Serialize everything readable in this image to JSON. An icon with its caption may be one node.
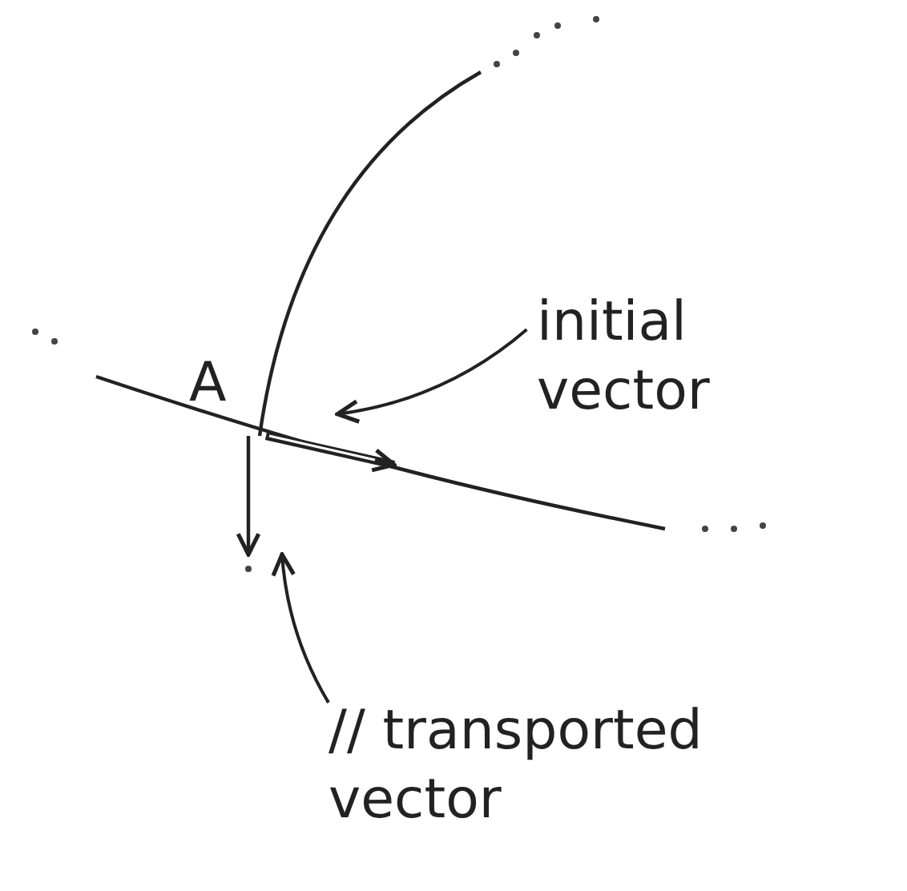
{
  "diagram": {
    "nodes": [
      {
        "text": [
          "initial vector"
        ]
      },
      {
        "text": [
          "// transported vector"
        ]
      },
      {
        "text": [],
        "shape": "arrow"
      },
      {
        "text": [],
        "shape": "arrow"
      }
    ],
    "edges": [
      {
        "from": 0,
        "to": 3,
        "arrow": "to"
      },
      {
        "from": 1,
        "to": 2,
        "arrow": "to"
      }
    ],
    "labels": [
      "A"
    ]
  }
}
